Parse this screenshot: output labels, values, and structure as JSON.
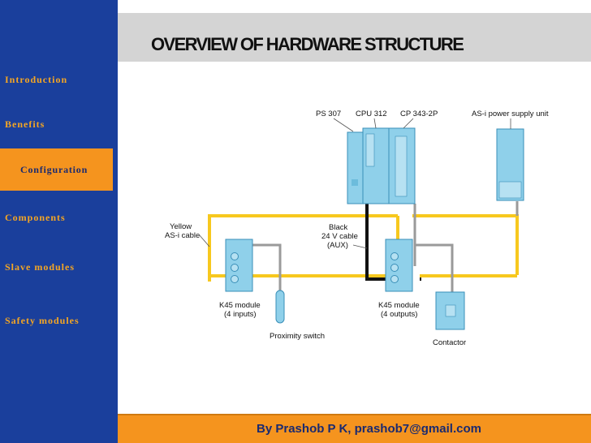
{
  "title": "OVERVIEW OF HARDWARE STRUCTURE",
  "nav": {
    "introduction": "Introduction",
    "benefits": "Benefits",
    "configuration": "Configuration",
    "components": "Components",
    "slave_modules": "Slave modules",
    "safety_modules": "Safety modules"
  },
  "footer": "By  Prashob P K,  prashob7@gmail.com",
  "diagram": {
    "ps307": "PS 307",
    "cpu312": "CPU 312",
    "cp343": "CP 343-2P",
    "asi_psu": "AS-i power supply unit",
    "yellow_cable_1": "Yellow",
    "yellow_cable_2": "AS-i cable",
    "black_cable_1": "Black",
    "black_cable_2": "24 V cable",
    "black_cable_3": "(AUX)",
    "k45_in_1": "K45 module",
    "k45_in_2": "(4 inputs)",
    "k45_out_1": "K45 module",
    "k45_out_2": "(4 outputs)",
    "proximity": "Proximity switch",
    "contactor": "Contactor"
  },
  "colors": {
    "sidebar": "#1a3f9c",
    "accent": "#f5941e",
    "nav_text": "#f5a623",
    "asi_cable": "#f7c81e",
    "aux_cable": "#111111",
    "module": "#8fd0ea",
    "module_stroke": "#3a8fb8"
  }
}
